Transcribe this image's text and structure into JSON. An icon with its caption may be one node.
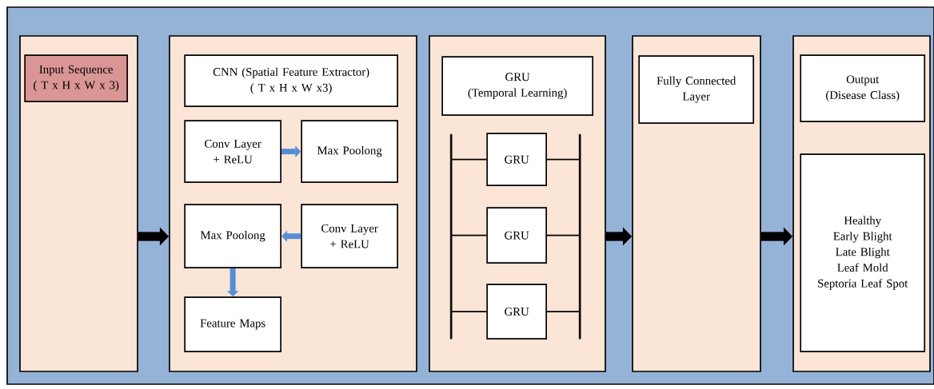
{
  "diagram": {
    "nodes": [
      {
        "text": [],
        "shape": "box"
      },
      {
        "text": [
          "Input Sequence",
          "( T x H x W x 3)"
        ],
        "in": 0
      },
      {
        "text": [],
        "shape": "box"
      },
      {
        "text": [
          "CNN (Spatial Feature Extractor)",
          "( T x H x W x3)"
        ],
        "in": 2
      },
      {
        "text": [
          "Conv Layer + ReLU"
        ],
        "in": 2
      },
      {
        "text": [
          "Max Poolong"
        ],
        "in": 2
      },
      {
        "text": [
          "Max Poolong"
        ],
        "in": 2
      },
      {
        "text": [
          "Conv Layer + ReLU"
        ],
        "in": 2
      },
      {
        "text": [
          "Feature Maps"
        ],
        "in": 2
      },
      {
        "text": [],
        "shape": "box"
      },
      {
        "text": [
          "GRU",
          "(Temporal Learning)"
        ],
        "in": 9
      },
      {
        "text": [
          "GRU"
        ],
        "in": 9
      },
      {
        "text": [
          "GRU"
        ],
        "in": 9
      },
      {
        "text": [
          "GRU"
        ],
        "in": 9
      },
      {
        "text": [],
        "shape": "bar",
        "in": 9
      },
      {
        "text": [],
        "shape": "bar",
        "in": 9
      },
      {
        "text": [],
        "shape": "box"
      },
      {
        "text": [
          "Fully Connected Layer"
        ],
        "in": 16
      },
      {
        "text": [],
        "shape": "box"
      },
      {
        "text": [
          "Output",
          "(Disease Class)"
        ],
        "in": 18
      },
      {
        "text": [
          "Healthy",
          "Early Blight",
          "Late Blight",
          "Leaf Mold",
          "Septoria Leaf Spot"
        ],
        "in": 18
      }
    ],
    "edges": [
      {
        "from": 0,
        "to": 2,
        "arrow": "to",
        "style": "thick"
      },
      {
        "from": 4,
        "to": 5,
        "arrow": "to",
        "style": "thick",
        "color": "#558ed5"
      },
      {
        "from": 7,
        "to": 6,
        "arrow": "to",
        "style": "thick",
        "color": "#558ed5"
      },
      {
        "from": 6,
        "to": 8,
        "arrow": "to",
        "style": "thick",
        "color": "#558ed5"
      },
      {
        "from": 14,
        "to": 11,
        "arrow": "none"
      },
      {
        "from": 14,
        "to": 12,
        "arrow": "none"
      },
      {
        "from": 14,
        "to": 13,
        "arrow": "none"
      },
      {
        "from": 11,
        "to": 15,
        "arrow": "none"
      },
      {
        "from": 12,
        "to": 15,
        "arrow": "none"
      },
      {
        "from": 13,
        "to": 15,
        "arrow": "none"
      },
      {
        "from": 9,
        "to": 16,
        "arrow": "to",
        "style": "thick"
      },
      {
        "from": 16,
        "to": 18,
        "arrow": "to",
        "style": "thick"
      }
    ]
  }
}
